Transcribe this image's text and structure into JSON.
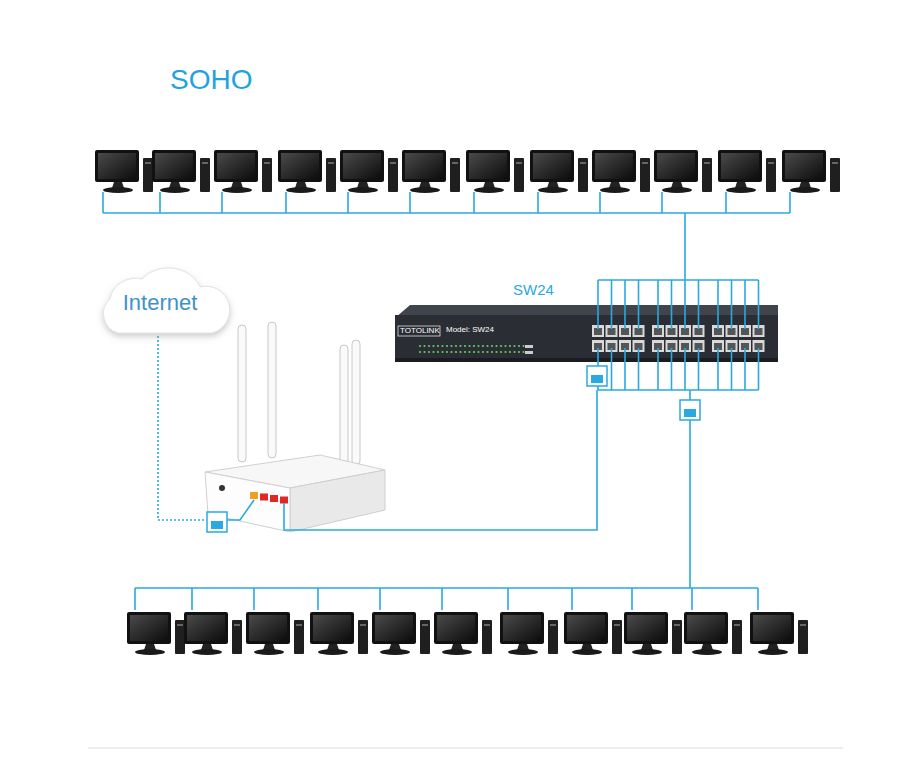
{
  "diagram": {
    "title": "SOHO",
    "nodes": [
      {
        "text": [
          "Internet"
        ]
      },
      {
        "text": [
          "SW24"
        ]
      }
    ],
    "labels": [
      "TOTOLINK",
      "Model: SW24"
    ]
  }
}
